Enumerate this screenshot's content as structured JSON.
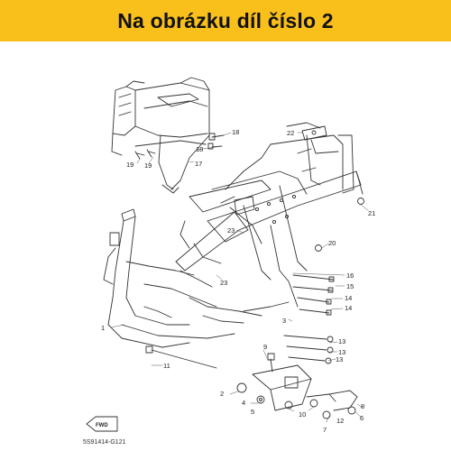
{
  "banner": {
    "text": "Na obrázku díl číslo 2",
    "color": "#f9c01c"
  },
  "diagram_code": "5S91414-G121",
  "fwd_label": "FWD",
  "callouts": {
    "c1": "1",
    "c2": "2",
    "c3": "3",
    "c4": "4",
    "c5": "5",
    "c6": "6",
    "c7": "7",
    "c8": "8",
    "c9": "9",
    "c10": "10",
    "c11": "11",
    "c12": "12",
    "c13a": "13",
    "c13b": "13",
    "c13c": "13",
    "c14a": "14",
    "c14b": "14",
    "c15": "15",
    "c16": "16",
    "c17": "17",
    "c18a": "18",
    "c18b": "18",
    "c19a": "19",
    "c19b": "19",
    "c20": "20",
    "c21": "21",
    "c22": "22",
    "c23a": "23",
    "c23b": "23"
  }
}
